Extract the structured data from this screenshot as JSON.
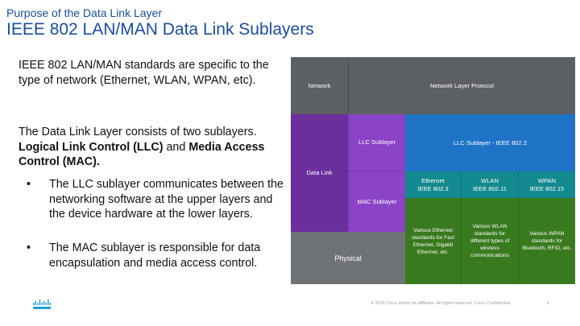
{
  "header": {
    "subtitle": "Purpose of the Data Link Layer",
    "title": "IEEE 802 LAN/MAN Data Link Sublayers"
  },
  "body": {
    "para1": "IEEE 802 LAN/MAN standards are specific to the type of network (Ethernet, WLAN, WPAN, etc).",
    "para2_pre": "The Data Link Layer consists of two sublayers. ",
    "para2_b1": "Logical Link Control (LLC)",
    "para2_mid": " and ",
    "para2_b2": "Media Access Control (MAC).",
    "bullet_glyph": "•",
    "bullets": [
      "The LLC sublayer communicates between the networking software at the upper layers and the device hardware at the lower layers.",
      "The MAC sublayer is responsible for data encapsulation and media access control."
    ]
  },
  "diagram": {
    "network": "Network",
    "network_protocol": "Network Layer Protocol",
    "data_link": "Data Link",
    "llc_sublayer": "LLC Sublayer",
    "llc_ieee": "LLC Sublayer - IEEE 802.2",
    "mac_sublayer": "MAC Sublayer",
    "ethernet": "Ethernet\nIEEE 802.3",
    "wlan": "WLAN\nIEEE 802.11",
    "wpan": "WPAN\nIEEE 802.15",
    "eth_desc": "Various Ethernet standards for Fast Ethernet, Gigabit Ethernet, etc.",
    "wlan_desc": "Various WLAN standards for different types of wireless communications",
    "wpan_desc": "Various WPAN standards for Bluetooth, RFID, etc.",
    "physical": "Physical",
    "colors": {
      "gray": "#5c5f63",
      "purple_dark": "#6a2f9c",
      "purple_light": "#8b44c6",
      "blue": "#1f73c7",
      "teal": "#138a8f",
      "green": "#3a7a1f"
    }
  },
  "footer": {
    "copyright": "© 2016 Cisco and/or its affiliates. All rights reserved. Cisco Confidential",
    "page": "9",
    "logo_icon": "cisco-logo-icon"
  }
}
